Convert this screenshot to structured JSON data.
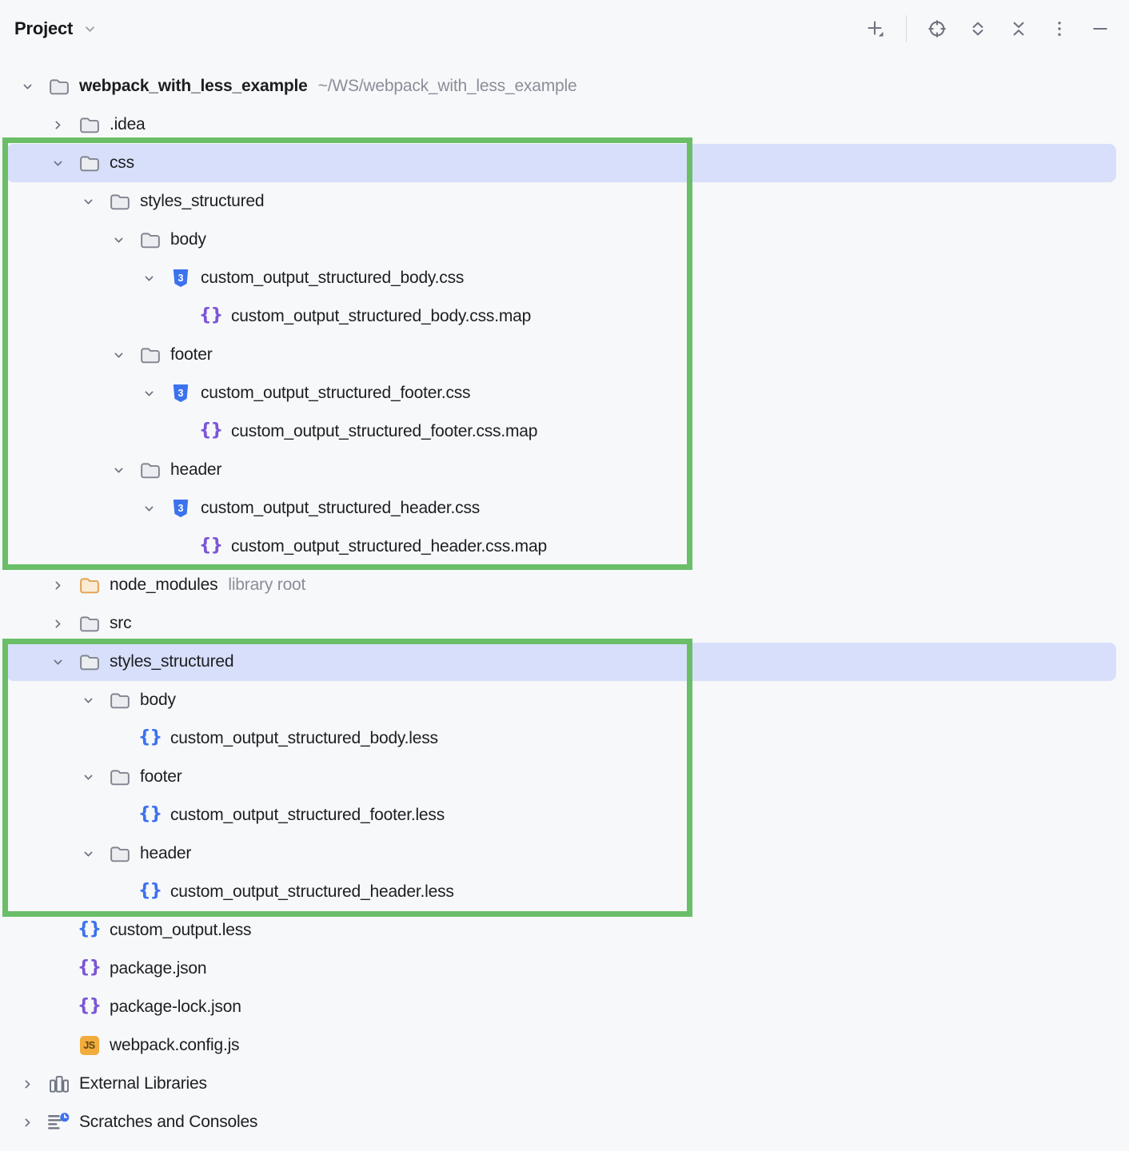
{
  "panel": {
    "title": "Project"
  },
  "toolbar": {
    "icons": [
      "add-icon",
      "locate-icon",
      "expand-all-icon",
      "collapse-all-icon",
      "more-options-icon",
      "hide-icon"
    ]
  },
  "colors": {
    "panel_bg": "#F7F8FA",
    "selection_bg": "#D7DFFA",
    "annotation_green": "#6ABE68",
    "text_primary": "#1D1E22",
    "text_secondary": "#8A8E98",
    "icon_gray": "#6E7380",
    "folder_stroke": "#80848F",
    "folder_fill": "#ECEDF1",
    "excluded_folder_stroke": "#E3A04C",
    "excluded_folder_fill": "#FAEBD4",
    "file_blue": "#3D72EE",
    "file_purple": "#7B56D6",
    "js_badge_bg": "#F2AC3B",
    "js_badge_text": "#5D4715"
  },
  "tree": {
    "rows": [
      {
        "label": "webpack_with_less_example",
        "suffix": "~/WS/webpack_with_less_example",
        "level": 0,
        "icon": "folder",
        "chevron": "down",
        "bold": true,
        "selected": false
      },
      {
        "label": ".idea",
        "level": 1,
        "icon": "folder",
        "chevron": "right",
        "selected": false
      },
      {
        "label": "css",
        "level": 1,
        "icon": "folder",
        "chevron": "down",
        "selected": true
      },
      {
        "label": "styles_structured",
        "level": 2,
        "icon": "folder",
        "chevron": "down",
        "selected": false
      },
      {
        "label": "body",
        "level": 3,
        "icon": "folder",
        "chevron": "down",
        "selected": false
      },
      {
        "label": "custom_output_structured_body.css",
        "level": 4,
        "icon": "css",
        "chevron": "down",
        "selected": false
      },
      {
        "label": "custom_output_structured_body.css.map",
        "level": 5,
        "icon": "braces-purple",
        "chevron": "none",
        "selected": false
      },
      {
        "label": "footer",
        "level": 3,
        "icon": "folder",
        "chevron": "down",
        "selected": false
      },
      {
        "label": "custom_output_structured_footer.css",
        "level": 4,
        "icon": "css",
        "chevron": "down",
        "selected": false
      },
      {
        "label": "custom_output_structured_footer.css.map",
        "level": 5,
        "icon": "braces-purple",
        "chevron": "none",
        "selected": false
      },
      {
        "label": "header",
        "level": 3,
        "icon": "folder",
        "chevron": "down",
        "selected": false
      },
      {
        "label": "custom_output_structured_header.css",
        "level": 4,
        "icon": "css",
        "chevron": "down",
        "selected": false
      },
      {
        "label": "custom_output_structured_header.css.map",
        "level": 5,
        "icon": "braces-purple",
        "chevron": "none",
        "selected": false
      },
      {
        "label": "node_modules",
        "suffix": "library root",
        "level": 1,
        "icon": "folder-excluded",
        "chevron": "right",
        "selected": false
      },
      {
        "label": "src",
        "level": 1,
        "icon": "folder",
        "chevron": "right",
        "selected": false
      },
      {
        "label": "styles_structured",
        "level": 1,
        "icon": "folder",
        "chevron": "down",
        "selected": true
      },
      {
        "label": "body",
        "level": 2,
        "icon": "folder",
        "chevron": "down",
        "selected": false
      },
      {
        "label": "custom_output_structured_body.less",
        "level": 3,
        "icon": "braces-blue",
        "chevron": "none",
        "selected": false
      },
      {
        "label": "footer",
        "level": 2,
        "icon": "folder",
        "chevron": "down",
        "selected": false
      },
      {
        "label": "custom_output_structured_footer.less",
        "level": 3,
        "icon": "braces-blue",
        "chevron": "none",
        "selected": false
      },
      {
        "label": "header",
        "level": 2,
        "icon": "folder",
        "chevron": "down",
        "selected": false
      },
      {
        "label": "custom_output_structured_header.less",
        "level": 3,
        "icon": "braces-blue",
        "chevron": "none",
        "selected": false
      },
      {
        "label": "custom_output.less",
        "level": 1,
        "icon": "braces-blue",
        "chevron": "none",
        "selected": false
      },
      {
        "label": "package.json",
        "level": 1,
        "icon": "braces-purple",
        "chevron": "none",
        "selected": false
      },
      {
        "label": "package-lock.json",
        "level": 1,
        "icon": "braces-purple",
        "chevron": "none",
        "selected": false
      },
      {
        "label": "webpack.config.js",
        "level": 1,
        "icon": "js",
        "chevron": "none",
        "selected": false
      },
      {
        "label": "External Libraries",
        "level": 0,
        "icon": "external-libraries",
        "chevron": "right",
        "selected": false
      },
      {
        "label": "Scratches and Consoles",
        "level": 0,
        "icon": "scratches",
        "chevron": "right",
        "selected": false
      }
    ]
  }
}
